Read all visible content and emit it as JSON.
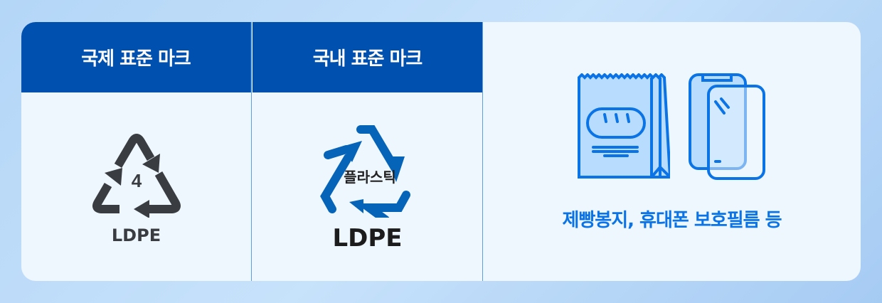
{
  "columns": [
    {
      "header": "국제 표준 마크",
      "number": "4",
      "label": "LDPE"
    },
    {
      "header": "국내 표준 마크",
      "symbol_text": "플라스틱",
      "label": "LDPE"
    }
  ],
  "examples": {
    "caption": "제빵봉지, 휴대폰 보호필름 등",
    "icons": [
      "bread-bag-icon",
      "phone-film-icon"
    ]
  },
  "colors": {
    "header": "#0050b0",
    "accent": "#0a74e6",
    "dark": "#393d42",
    "kr_mark": "#0563b8"
  }
}
